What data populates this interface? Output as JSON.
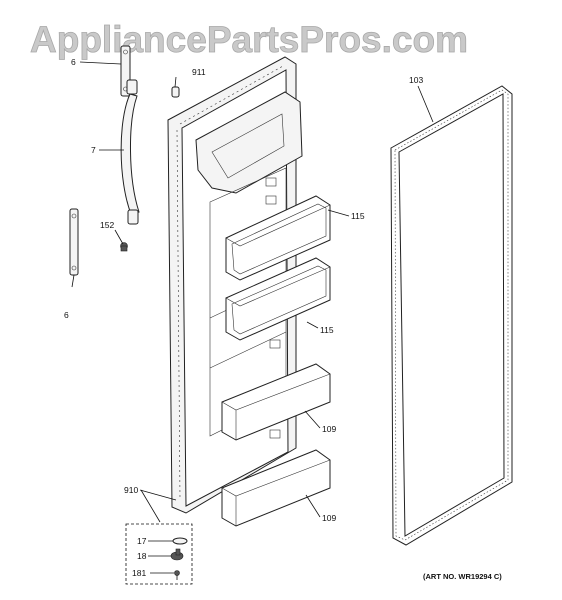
{
  "watermark": "AppliancePartsPros.com",
  "art_number": "(ART NO. WR19294 C)",
  "callouts": {
    "hinge_top": "6",
    "hinge_bottom": "6",
    "handle": "7",
    "screw": "152",
    "plug": "911",
    "gasket": "103",
    "bin_upper_1": "115",
    "bin_upper_2": "115",
    "bin_lower_1": "109",
    "bin_lower_2": "109",
    "door_assembly": "910",
    "kit_17": "17",
    "kit_18": "18",
    "kit_181": "181"
  }
}
